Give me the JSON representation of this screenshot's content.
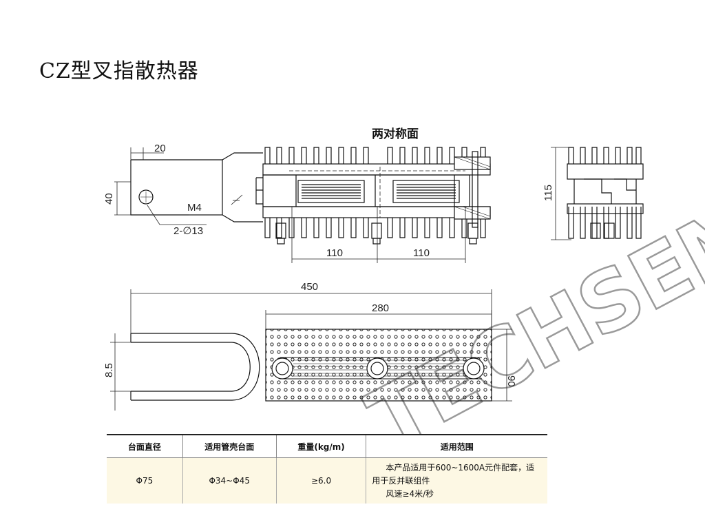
{
  "title": "CZ型叉指散热器",
  "views": {
    "label": "两对称面"
  },
  "dimensions": {
    "d20": "20",
    "d40": "40",
    "m4": "M4",
    "holes": "2-∅13",
    "d110a": "110",
    "d110b": "110",
    "d115": "115",
    "d450": "450",
    "d280": "280",
    "d85": "8.5",
    "d90": "90"
  },
  "watermark": "TECHSEM",
  "table": {
    "headers": [
      "台面直径",
      "适用管壳台面",
      "重量(kg/m)",
      "适用范围"
    ],
    "row": {
      "diameter": "Φ75",
      "case_range": "Φ34~Φ45",
      "weight": "≥6.0",
      "notes": [
        "本产品适用于600~1600A元件配套，适",
        "用于反并联组件",
        "风速≥4米/秒"
      ]
    }
  }
}
